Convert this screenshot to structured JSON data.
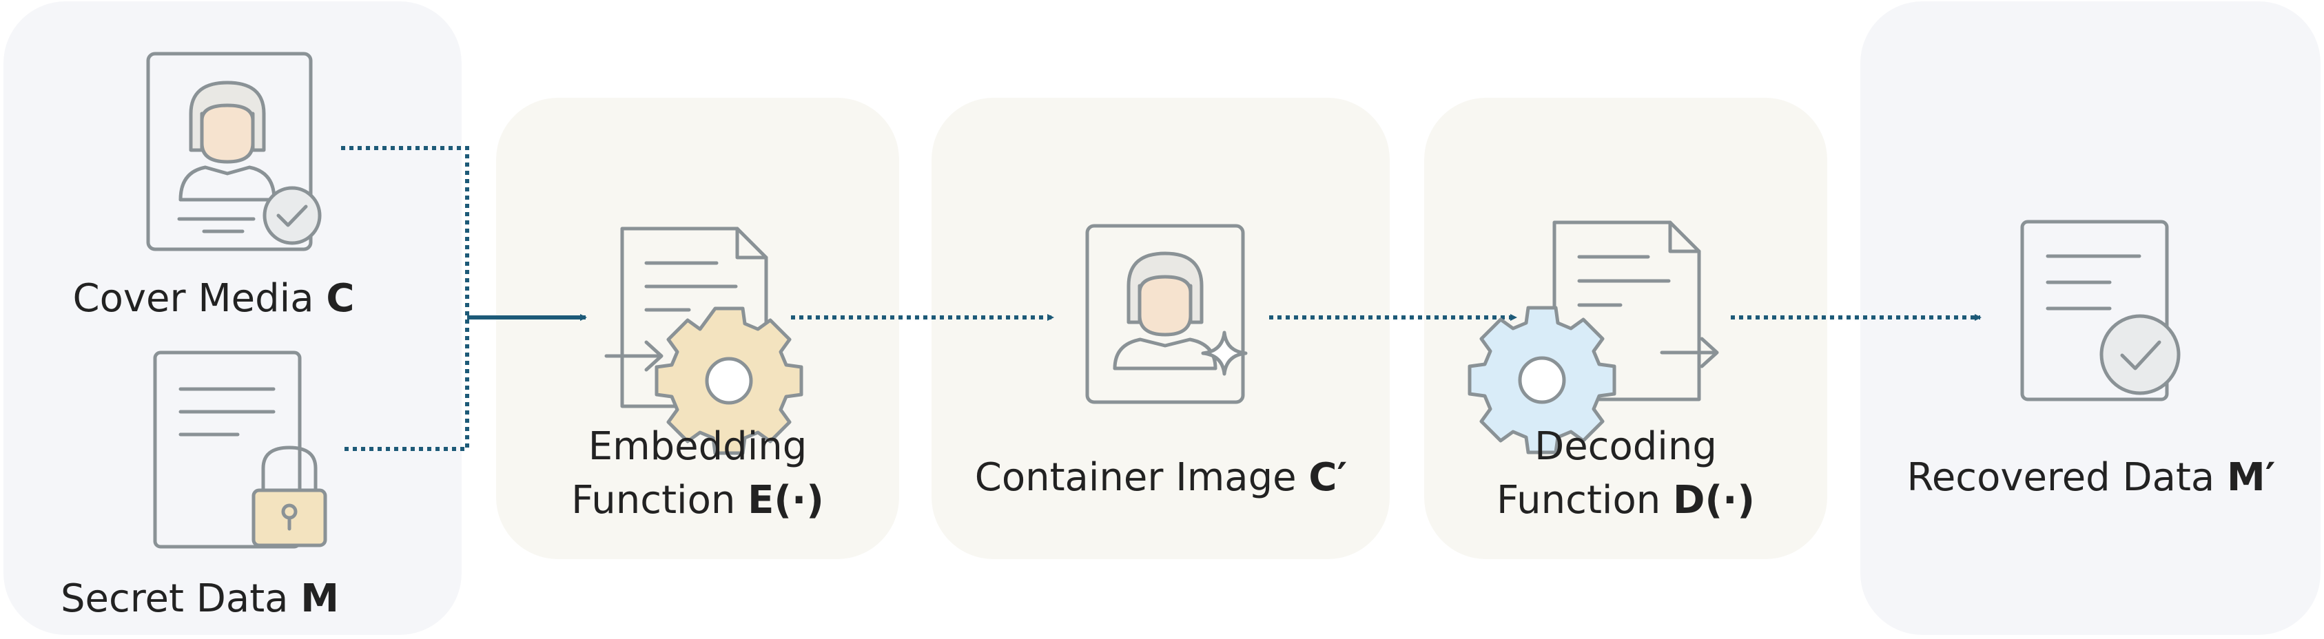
{
  "colors": {
    "stroke": "#8a9296",
    "arrow": "#1d5a78",
    "skin": "#f6e3cf",
    "hair": "#e9e8e4",
    "gear_warm": "#f3e3bf",
    "gear_cool": "#d9ecf8",
    "lock": "#f3e3bf",
    "check_fill": "#e9ebec"
  },
  "nodes": {
    "cover": {
      "text": "Cover Media ",
      "symbol": "C"
    },
    "secret": {
      "text": "Secret Data ",
      "symbol": "M"
    },
    "embed": {
      "line1": "Embedding",
      "text": "Function ",
      "symbol": "E(·)"
    },
    "container": {
      "text": "Container Image ",
      "symbol": "C′"
    },
    "decode": {
      "line1": "Decoding",
      "text": "Function ",
      "symbol": "D(·)"
    },
    "recovered": {
      "text": "Recovered Data ",
      "symbol": "M′"
    }
  },
  "icons": [
    "portrait-check-icon",
    "document-lock-icon",
    "document-gear-input-icon",
    "portrait-sparkle-icon",
    "document-gear-output-icon",
    "document-check-icon"
  ]
}
